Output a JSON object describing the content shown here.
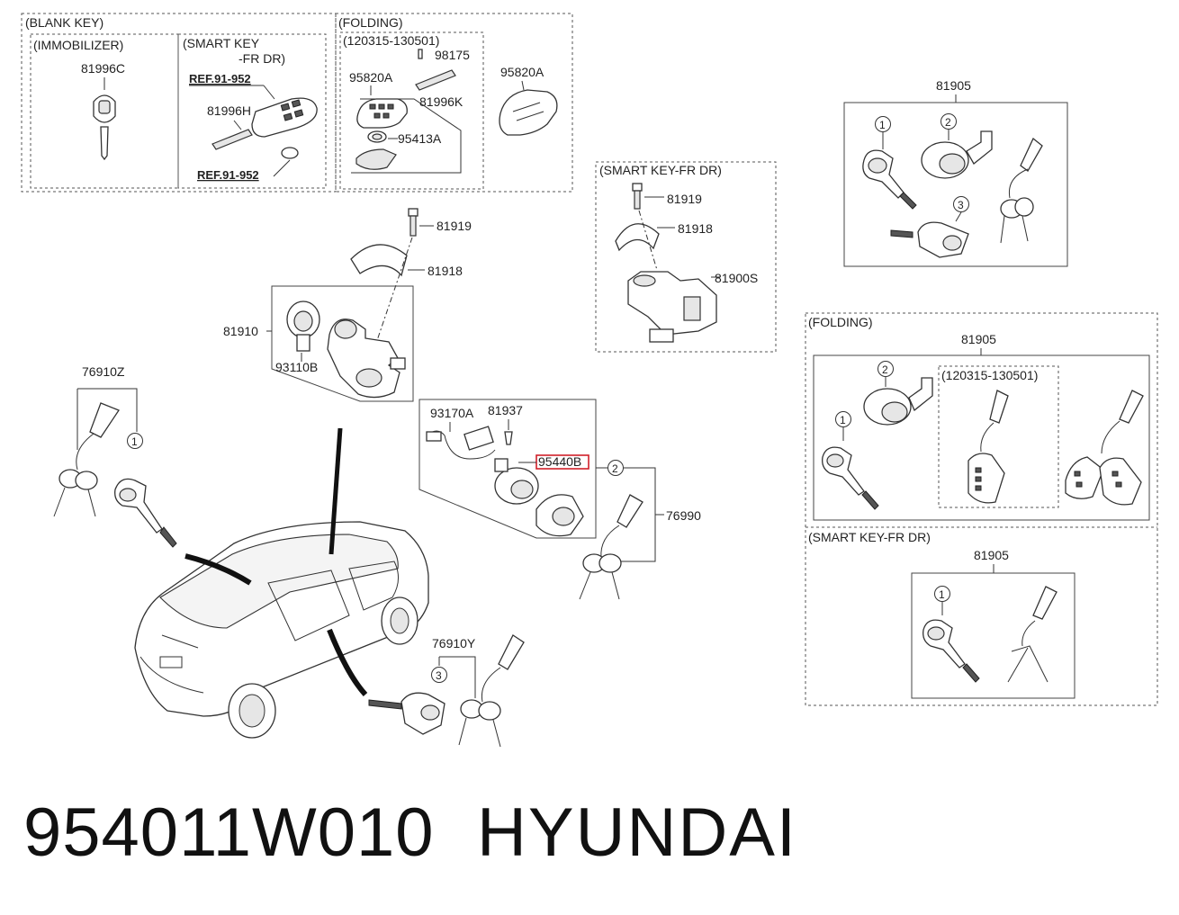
{
  "groups": {
    "blank_key": "(BLANK KEY)",
    "immobilizer": "(IMMOBILIZER)",
    "smart_key_line1": "(SMART KEY",
    "smart_key_line2": "-FR DR)",
    "folding_top": "(FOLDING)",
    "date_top": "(120315-130501)",
    "smart_key_fr_dr_mid": "(SMART KEY-FR DR)",
    "folding_right": "(FOLDING)",
    "date_right": "(120315-130501)",
    "smart_key_fr_dr_right": "(SMART KEY-FR DR)"
  },
  "labels": {
    "p81996C": "81996C",
    "ref1": "REF.91-952",
    "p81996H": "81996H",
    "ref2": "REF.91-952",
    "p98175": "98175",
    "p95820A_left": "95820A",
    "p81996K": "81996K",
    "p95413A": "95413A",
    "p95820A_right": "95820A",
    "p81919_center": "81919",
    "p81918_center": "81918",
    "p81910": "81910",
    "p93110B": "93110B",
    "p81919_mid": "81919",
    "p81918_mid": "81918",
    "p81900S": "81900S",
    "p81905_top": "81905",
    "p76910Z": "76910Z",
    "p93170A": "93170A",
    "p81937": "81937",
    "p95440B": "95440B",
    "p76990": "76990",
    "p76910Y": "76910Y",
    "p81905_folding": "81905",
    "p81905_smart": "81905"
  },
  "circle_numbers": {
    "one": "1",
    "two": "2",
    "three": "3"
  },
  "highlight_color": "#d0202a",
  "footer": {
    "part_number": "954011W010",
    "brand": "HYUNDAI"
  }
}
